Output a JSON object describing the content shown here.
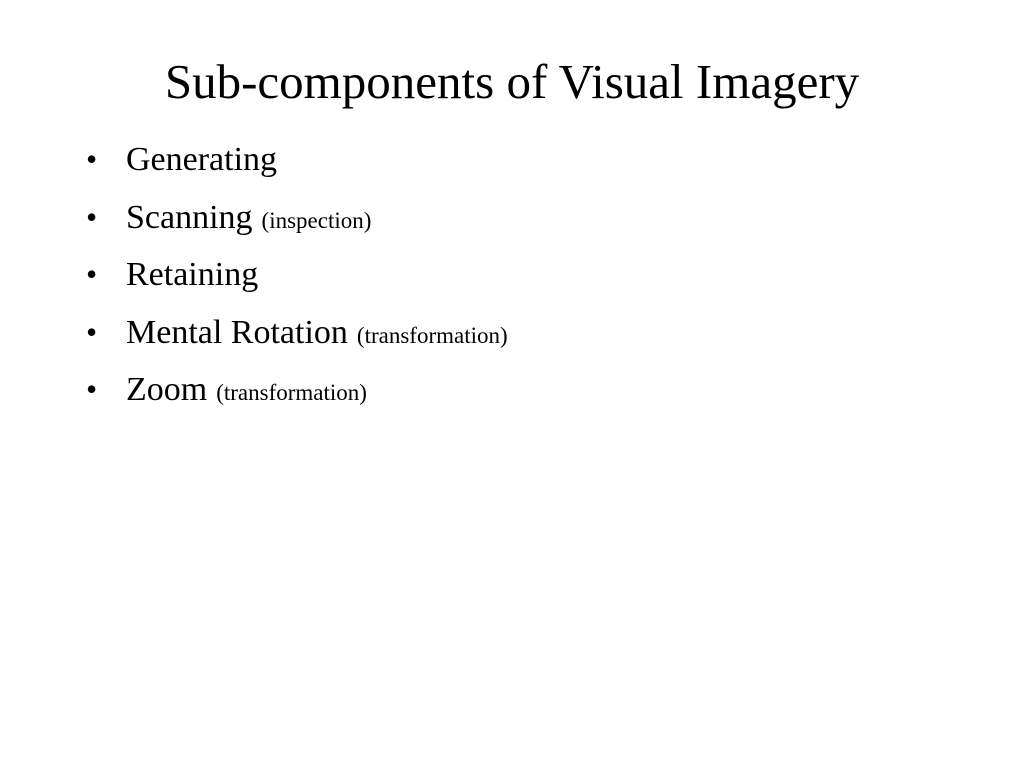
{
  "slide": {
    "title": "Sub-components of Visual Imagery",
    "bullet_symbol": "•",
    "items": [
      {
        "label": "Generating",
        "note": ""
      },
      {
        "label": "Scanning",
        "note": "(inspection)"
      },
      {
        "label": "Retaining",
        "note": ""
      },
      {
        "label": "Mental Rotation",
        "note": "(transformation)"
      },
      {
        "label": "Zoom",
        "note": "(transformation)"
      }
    ]
  }
}
